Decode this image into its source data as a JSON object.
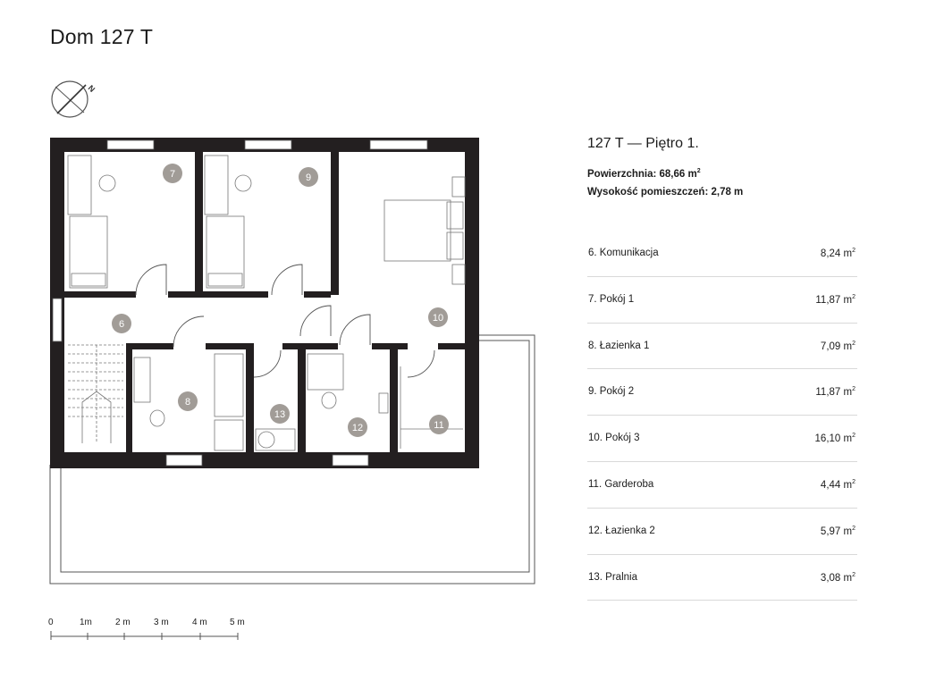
{
  "page": {
    "title": "Dom 127 T"
  },
  "compass": {
    "icon": "compass-north-icon",
    "north_label": "N"
  },
  "panel": {
    "heading": "127 T — Piętro 1.",
    "area_label": "Powierzchnia: 68,66 m",
    "area_sup": "2",
    "height_label": "Wysokość pomieszczeń: 2,78 m"
  },
  "rooms": [
    {
      "name": "6. Komunikacja",
      "area": "8,24 m",
      "unit_sup": "2"
    },
    {
      "name": "7. Pokój 1",
      "area": "11,87 m",
      "unit_sup": "2"
    },
    {
      "name": "8. Łazienka 1",
      "area": "7,09 m",
      "unit_sup": "2"
    },
    {
      "name": "9. Pokój 2",
      "area": "11,87 m",
      "unit_sup": "2"
    },
    {
      "name": "10. Pokój 3",
      "area": "16,10 m",
      "unit_sup": "2"
    },
    {
      "name": "11. Garderoba",
      "area": "4,44 m",
      "unit_sup": "2"
    },
    {
      "name": "12.  Łazienka 2",
      "area": "5,97 m",
      "unit_sup": "2"
    },
    {
      "name": "13. Pralnia",
      "area": "3,08 m",
      "unit_sup": "2"
    }
  ],
  "plan_labels": [
    "7",
    "9",
    "6",
    "10",
    "8",
    "13",
    "12",
    "11"
  ],
  "scale": {
    "ticks": [
      "0",
      "1m",
      "2 m",
      "3 m",
      "4 m",
      "5 m"
    ]
  },
  "colors": {
    "wall": "#231f20",
    "badge": "#a19c97",
    "badge_text": "#ffffff",
    "thin": "#555555"
  }
}
